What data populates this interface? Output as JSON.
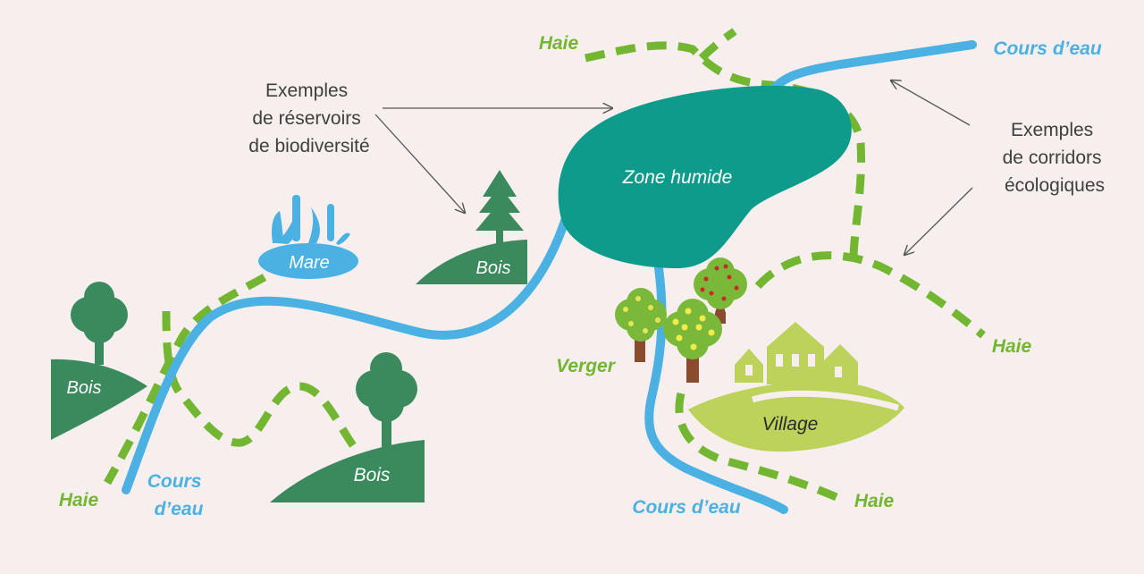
{
  "colors": {
    "background": "#f6efed",
    "water": "#4bb1e3",
    "hedge": "#73b632",
    "wood": "#3b8a5e",
    "wetland": "#0e9b8c",
    "village": "#bcd25a",
    "annotation": "#3f3f3f"
  },
  "labels": {
    "cours_eau_top": "Cours d’eau",
    "cours_eau_bottom": "Cours d’eau",
    "cours_eau_left_1": "Cours",
    "cours_eau_left_2": "d’eau",
    "zone_humide": "Zone humide",
    "mare": "Mare",
    "bois_small": "Bois",
    "bois_left": "Bois",
    "bois_bottom": "Bois",
    "verger": "Verger",
    "village": "Village",
    "haie_top": "Haie",
    "haie_right": "Haie",
    "haie_bottom_right": "Haie",
    "haie_bottom_left": "Haie"
  },
  "annotations": {
    "reservoirs": [
      "Exemples",
      "de réservoirs",
      "de biodiversité"
    ],
    "corridors": [
      "Exemples",
      "de corridors",
      "écologiques"
    ]
  }
}
